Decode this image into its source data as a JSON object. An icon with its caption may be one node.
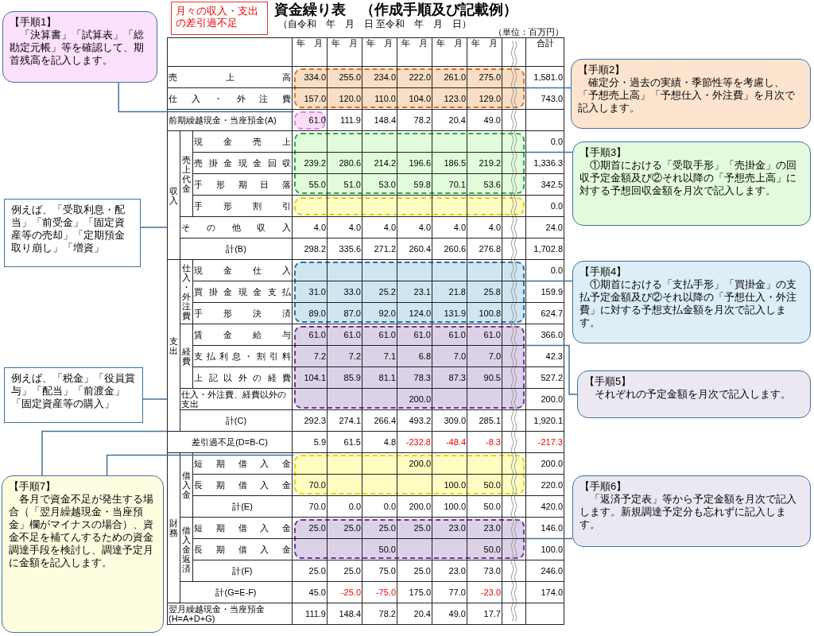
{
  "diagram": {
    "title": "資金繰り表　（作成手順及び記載例）",
    "nodes": [
      {
        "text": [
          "月々の収入・支出の差引過不足"
        ]
      },
      {
        "text": [
          "【手順1】",
          "「決算書」「試算表」「総勘定元帳」等を確認して、期首残高を記入します。"
        ]
      },
      {
        "text": [
          "【手順2】",
          "確定分・過去の実績・季節性等を考慮し、「予想売上高」「予想仕入・外注費」を月次で記入します。"
        ]
      },
      {
        "text": [],
        "shape": "box"
      },
      {
        "text": [],
        "shape": "box"
      },
      {
        "text": [],
        "shape": "box"
      },
      {
        "text": [
          "【手順3】",
          "①期首における「受取手形」「売掛金」の回収予定金額及び②それ以降の「予想売上高」に対する予想回収金額を月次で記入します。"
        ]
      },
      {
        "text": [],
        "shape": "box"
      },
      {
        "text": [
          "例えば、「受取利息・配当」「前受金」「固定資産等の売却」「定期預金取り崩し」「増資」"
        ]
      },
      {
        "text": [],
        "shape": "box"
      },
      {
        "text": [
          "【手順4】",
          "①期首における「支払手形」「買掛金」の支払予定金額及び②それ以降の「予想仕入・外注費」に対する予想支払金額を月次で記入します。"
        ]
      },
      {
        "text": [],
        "shape": "box"
      },
      {
        "text": [
          "【手順5】",
          "それぞれの予定金額を月次で記入します。"
        ]
      },
      {
        "text": [
          "例えば、「税金」「役員賞与」「配当」「前渡金」「固定資産等の購入」"
        ]
      },
      {
        "text": [],
        "shape": "box"
      },
      {
        "text": [
          "【手順6】",
          "「返済予定表」等から予定金額を月次で記入します。新規調達予定分も忘れずに記入します。"
        ]
      },
      {
        "text": [],
        "shape": "box"
      },
      {
        "text": [
          "【手順7】",
          "各月で資金不足が発生する場合（「翌月繰越現金・当座預金」欄がマイナスの場合）、資金不足を補てんするための資金調達手段を検討し、調達予定月に金額を記入します。"
        ]
      }
    ],
    "edges": [
      {
        "from": 1,
        "to": 3,
        "arrow": "none"
      },
      {
        "from": 2,
        "to": 4,
        "arrow": "none"
      },
      {
        "from": 6,
        "to": 5,
        "arrow": "none"
      },
      {
        "from": 8,
        "to": null,
        "arrow": "none"
      },
      {
        "from": 10,
        "to": 9,
        "arrow": "none"
      },
      {
        "from": 12,
        "to": 11,
        "arrow": "none"
      },
      {
        "from": 13,
        "to": null,
        "arrow": "none"
      },
      {
        "from": 15,
        "to": 16,
        "arrow": "none"
      },
      {
        "from": 17,
        "to": 14,
        "arrow": "none"
      },
      {
        "from": 17,
        "to": null,
        "arrow": "none"
      }
    ],
    "labels": [
      "（自令和　年　月　日 至令和　年　月　日）",
      "（単位：百万円）",
      "年　月",
      "年　月",
      "年　月",
      "年　月",
      "年　月",
      "年　月",
      "合計",
      "売上高",
      "334.0",
      "255.0",
      "234.0",
      "222.0",
      "261.0",
      "275.0",
      "1,581.0",
      "仕入・外注費",
      "157.0",
      "120.0",
      "110.0",
      "104.0",
      "123.0",
      "129.0",
      "743.0",
      "前期繰越現金・当座預金(A)",
      "61.0",
      "111.9",
      "148.4",
      "78.2",
      "20.4",
      "49.0",
      "収入",
      "売上代金",
      "現金売上",
      "0.0",
      "売掛金現金回収",
      "239.2",
      "280.6",
      "214.2",
      "196.6",
      "186.5",
      "219.2",
      "1,336.3",
      "手形期日落",
      "55.0",
      "51.0",
      "53.0",
      "59.8",
      "70.1",
      "53.6",
      "342.5",
      "手形割引",
      "0.0",
      "その他収入",
      "4.0",
      "4.0",
      "4.0",
      "4.0",
      "4.0",
      "4.0",
      "24.0",
      "計(B)",
      "298.2",
      "335.6",
      "271.2",
      "260.4",
      "260.6",
      "276.8",
      "1,702.8",
      "支出",
      "仕入・外注費",
      "現金仕入",
      "0.0",
      "買掛金現金支払",
      "31.0",
      "33.0",
      "25.2",
      "23.1",
      "21.8",
      "25.8",
      "159.9",
      "手形決済",
      "89.0",
      "87.0",
      "92.0",
      "124.0",
      "131.9",
      "100.8",
      "624.7",
      "経費",
      "賃金給与",
      "61.0",
      "61.0",
      "61.0",
      "61.0",
      "61.0",
      "61.0",
      "366.0",
      "支払利息・割引料",
      "7.2",
      "7.2",
      "7.1",
      "6.8",
      "7.0",
      "7.0",
      "42.3",
      "上記以外の経費",
      "104.1",
      "85.9",
      "81.1",
      "78.3",
      "87.3",
      "90.5",
      "527.2",
      "仕入・外注費、経費以外の支出",
      "200.0",
      "200.0",
      "計(C)",
      "292.3",
      "274.1",
      "266.4",
      "493.2",
      "309.0",
      "285.1",
      "1,920.1",
      "差引過不足(D=B-C)",
      "5.9",
      "61.5",
      "4.8",
      "-232.8",
      "-48.4",
      "-8.3",
      "-217.3",
      "財務",
      "借入金",
      "短期借入金",
      "200.0",
      "200.0",
      "長期借入金",
      "70.0",
      "100.0",
      "50.0",
      "220.0",
      "計(E)",
      "70.0",
      "0.0",
      "0.0",
      "200.0",
      "100.0",
      "50.0",
      "420.0",
      "借入金返済",
      "短期借入金",
      "25.0",
      "25.0",
      "25.0",
      "25.0",
      "23.0",
      "23.0",
      "146.0",
      "長期借入金",
      "50.0",
      "50.0",
      "100.0",
      "計(F)",
      "25.0",
      "25.0",
      "75.0",
      "25.0",
      "23.0",
      "73.0",
      "246.0",
      "計(G=E-F)",
      "45.0",
      "-25.0",
      "-75.0",
      "175.0",
      "77.0",
      "-23.0",
      "174.0",
      "翌月繰越現金・当座預金(H=A+D+G)",
      "111.9",
      "148.4",
      "78.2",
      "20.4",
      "49.0",
      "17.7"
    ]
  }
}
